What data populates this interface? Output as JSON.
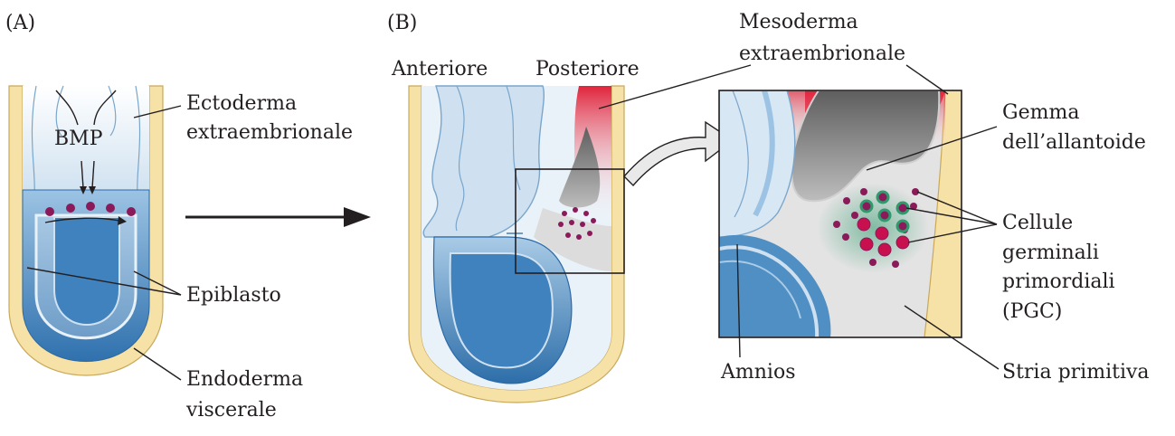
{
  "panel_a": {
    "panel_label": "(A)",
    "bmp": "BMP",
    "ectoderm_line1": "Ectoderma",
    "ectoderm_line2": "extraembrionale",
    "epiblast": "Epiblasto",
    "endoderm_line1": "Endoderma",
    "endoderm_line2": "viscerale"
  },
  "panel_b": {
    "panel_label": "(B)",
    "anterior": "Anteriore",
    "posterior": "Posteriore",
    "mesoderm_line1": "Mesoderma",
    "mesoderm_line2": "extraembrionale",
    "allantois_line1": "Gemma",
    "allantois_line2": "dell’allantoide",
    "pgc_line1": "Cellule",
    "pgc_line2": "germinali",
    "pgc_line3": "primordiali",
    "pgc_line4": "(PGC)",
    "amnion": "Amnios",
    "streak": "Stria primitiva"
  },
  "colors": {
    "outer_layer": "#f6e2a6",
    "outer_layer_edge": "#c9a85a",
    "ectoderm_light": "#e8f1f8",
    "epiblast_blue": "#4f8fc4",
    "epiblast_dark": "#2b6aa8",
    "mesoderm_red": "#e0243b",
    "allantois_grey": "#8a8a8a",
    "streak_grey": "#dcdcdc",
    "pgc_purple": "#8b1a5a",
    "pgc_magenta": "#c8104e",
    "pgc_green": "#2f9a6c"
  }
}
